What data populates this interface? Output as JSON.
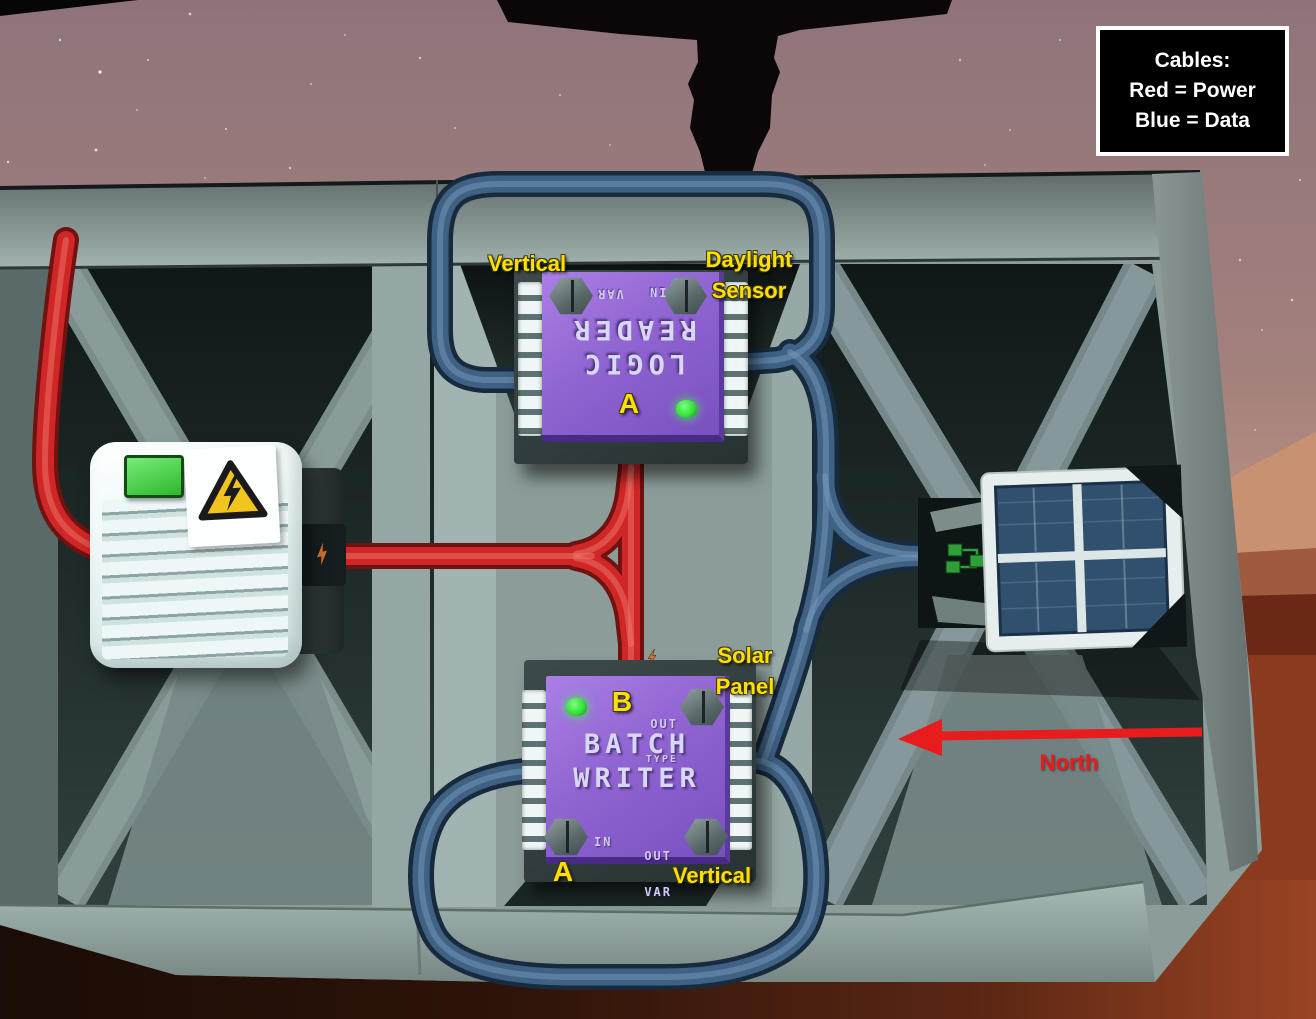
{
  "legend": {
    "line1": "Cables:",
    "line2": "Red = Power",
    "line3": "Blue = Data"
  },
  "annotations": {
    "vertical_top": "Vertical",
    "daylight": [
      "Daylight",
      "Sensor"
    ],
    "solar": [
      "Solar",
      "Panel"
    ],
    "vertical_bottom": "Vertical",
    "a_top": "A",
    "b": "B",
    "a_bottom": "A",
    "north": "North"
  },
  "chips": {
    "logic_reader": {
      "title": [
        "LOGIC",
        "READER"
      ],
      "port_var": "VAR",
      "port_in": "IN"
    },
    "batch_writer": {
      "title": [
        "BATCH",
        "WRITER"
      ],
      "port_out_type": [
        "OUT",
        "TYPE"
      ],
      "port_in": "IN",
      "port_out_var": [
        "OUT",
        "VAR"
      ]
    }
  },
  "colors": {
    "power_cable": "#cf2727",
    "data_cable": "#3e6184",
    "chip_face": "#9065d2",
    "led_green": "#35e03a",
    "annotation_yellow": "#ffdf00",
    "arrow_red": "#e81c1c",
    "legend_bg": "#000000",
    "legend_text": "#ffffff",
    "hazard_yellow": "#f2c51e",
    "connector_green": "#2f9e38"
  }
}
